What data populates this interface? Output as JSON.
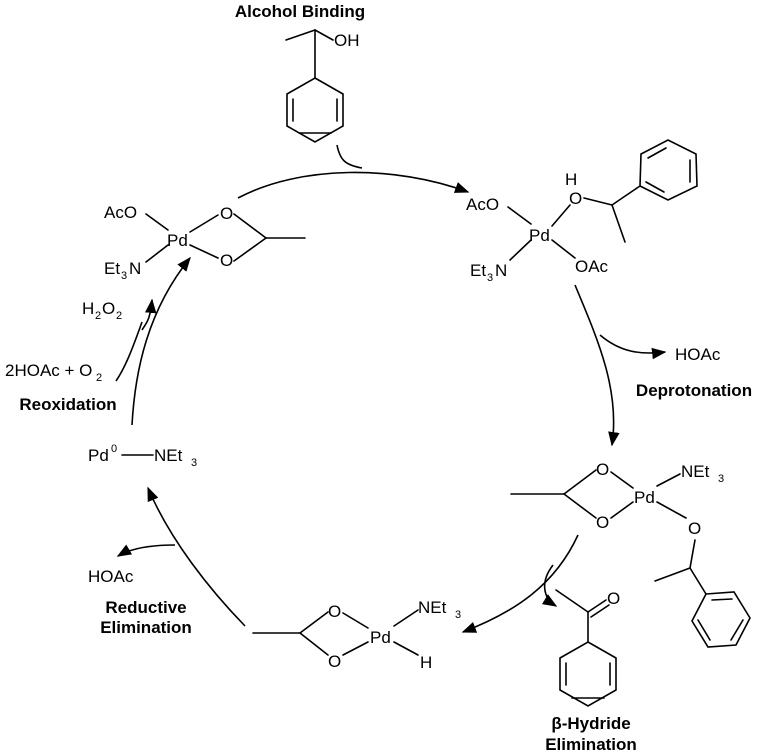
{
  "steps": {
    "alcohol_binding": "Alcohol Binding",
    "deprotonation": "Deprotonation",
    "beta_hydride_1": "β-Hydride",
    "beta_hydride_2": "Elimination",
    "reductive_1": "Reductive",
    "reductive_2": "Elimination",
    "reoxidation": "Reoxidation"
  },
  "species": {
    "alcohol": {
      "oh": "OH"
    },
    "complex_a": {
      "aco": "AcO",
      "pd": "Pd",
      "o_top": "O",
      "h": "H",
      "et": "Et",
      "et_sub": "3",
      "n": "N",
      "oac": "OAc"
    },
    "hoac_1": "HOAc",
    "complex_b": {
      "o_top": "O",
      "o_bot": "O",
      "pd": "Pd",
      "n": "NEt",
      "n_sub": "3",
      "o_alk": "O"
    },
    "ketone": {
      "o": "O"
    },
    "complex_c": {
      "o_top": "O",
      "o_bot": "O",
      "pd": "Pd",
      "n": "NEt",
      "n_sub": "3",
      "h": "H"
    },
    "hoac_2": "HOAc",
    "pd0": {
      "pd": "Pd",
      "sup": "0",
      "n": "NEt",
      "n_sub": "3"
    },
    "reox_reagents": {
      "pre": "2HOAc + O",
      "sub": "2"
    },
    "h2o2": {
      "h": "H",
      "h_sub": "2",
      "o": "O",
      "o_sub": "2"
    },
    "complex_d": {
      "aco": "AcO",
      "pd": "Pd",
      "o_top": "O",
      "o_bot": "O",
      "et": "Et",
      "et_sub": "3",
      "n": "N"
    }
  }
}
